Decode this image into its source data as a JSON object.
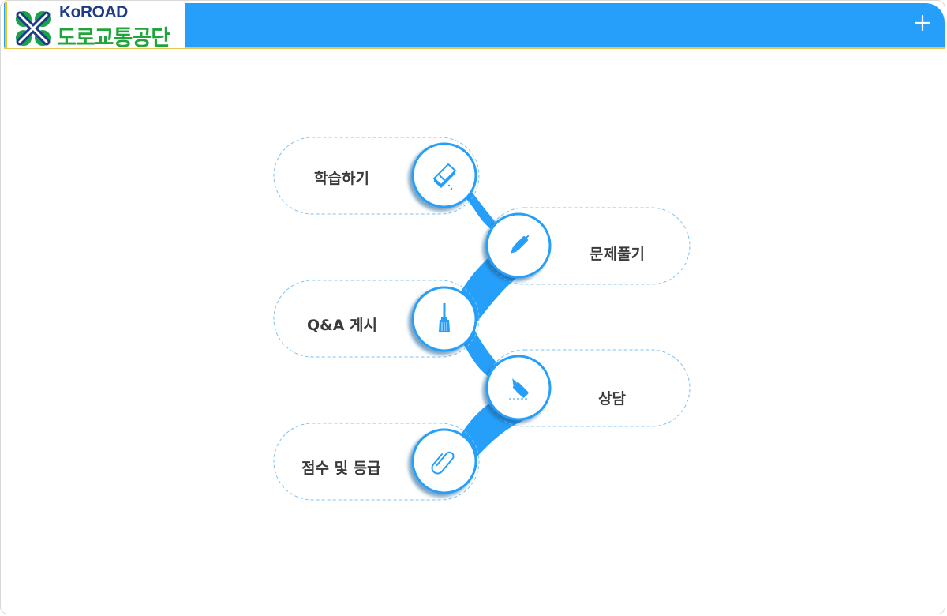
{
  "header": {
    "logo_en": "KoROAD",
    "logo_ko": "도로교통공단",
    "plus_symbol": "+",
    "bar_color": "#269ffb",
    "accent_color": "#e9c64a"
  },
  "menu": {
    "items": [
      {
        "label": "학습하기",
        "icon": "eraser-icon"
      },
      {
        "label": "문제풀기",
        "icon": "pen-icon"
      },
      {
        "label": "Q&A 게시",
        "icon": "brush-icon"
      },
      {
        "label": "상담",
        "icon": "cutter-knife-icon"
      },
      {
        "label": "점수 및 등급",
        "icon": "paperclip-icon"
      }
    ],
    "accent_color": "#269ffb",
    "dashed_color": "#7cc2f2"
  }
}
